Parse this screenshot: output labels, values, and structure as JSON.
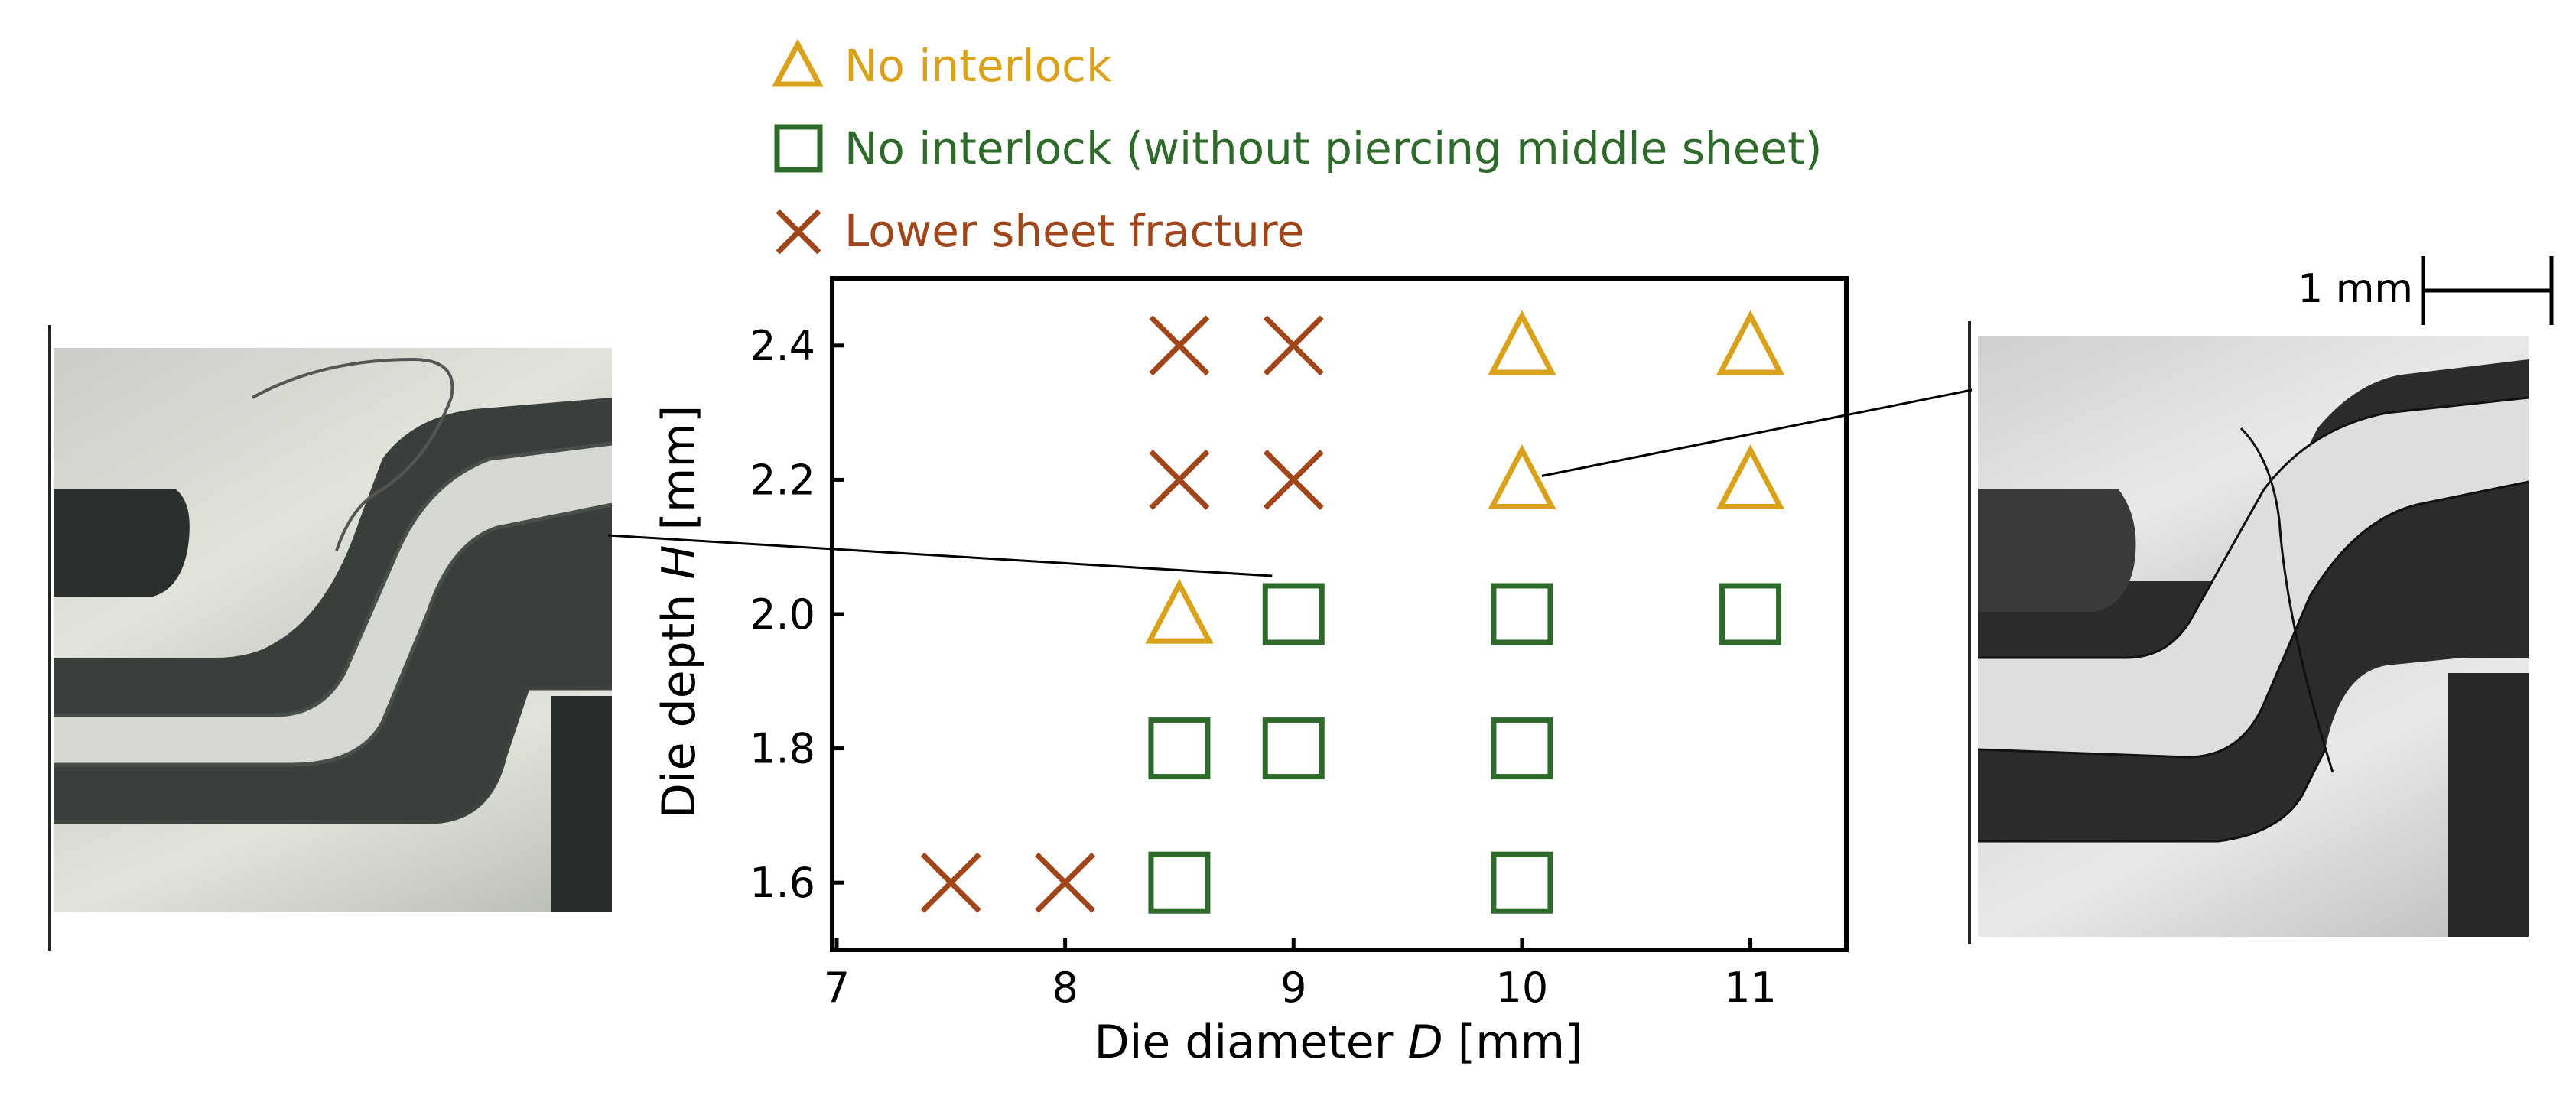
{
  "legend": {
    "items": [
      {
        "label": "No interlock",
        "marker": "triangle",
        "color": "#D9A21A"
      },
      {
        "label": "No interlock (without piercing middle sheet)",
        "marker": "square",
        "color": "#2E6A2A"
      },
      {
        "label": "Lower sheet fracture",
        "marker": "cross",
        "color": "#A0461A"
      }
    ]
  },
  "scale_bar": {
    "label": "1 mm"
  },
  "chart_data": {
    "type": "scatter",
    "title": "",
    "xlabel": {
      "prefix": "Die diameter ",
      "var": "D",
      "suffix": " [mm]"
    },
    "ylabel": {
      "prefix": "Die depth ",
      "var": "H",
      "suffix": " [mm]"
    },
    "xlim": [
      6.98,
      11.42
    ],
    "ylim": [
      1.5,
      2.5
    ],
    "xticks": [
      7,
      8,
      9,
      10,
      11
    ],
    "yticks": [
      1.6,
      1.8,
      2.0,
      2.2,
      2.4
    ],
    "ytick_labels": [
      "1.6",
      "1.8",
      "2.0",
      "2.2",
      "2.4"
    ],
    "grid": false,
    "series": [
      {
        "name": "No interlock",
        "marker": "triangle",
        "color": "#D9A21A",
        "points": [
          [
            8.5,
            2.0
          ],
          [
            10,
            2.2
          ],
          [
            10,
            2.4
          ],
          [
            11,
            2.2
          ],
          [
            11,
            2.4
          ]
        ]
      },
      {
        "name": "No interlock (without piercing middle sheet)",
        "marker": "square",
        "color": "#2E6A2A",
        "points": [
          [
            8.5,
            1.6
          ],
          [
            8.5,
            1.8
          ],
          [
            9,
            1.8
          ],
          [
            9,
            2.0
          ],
          [
            10,
            1.6
          ],
          [
            10,
            1.8
          ],
          [
            10,
            2.0
          ],
          [
            11,
            2.0
          ]
        ]
      },
      {
        "name": "Lower sheet fracture",
        "marker": "cross",
        "color": "#A0461A",
        "points": [
          [
            7.5,
            1.6
          ],
          [
            8,
            1.6
          ],
          [
            8.5,
            2.2
          ],
          [
            8.5,
            2.4
          ],
          [
            9,
            2.2
          ],
          [
            9,
            2.4
          ]
        ]
      }
    ],
    "callouts": [
      {
        "from_point": [
          9,
          2.0
        ],
        "to": "left-micrograph"
      },
      {
        "from_point": [
          10,
          2.2
        ],
        "to": "right-micrograph"
      }
    ]
  }
}
